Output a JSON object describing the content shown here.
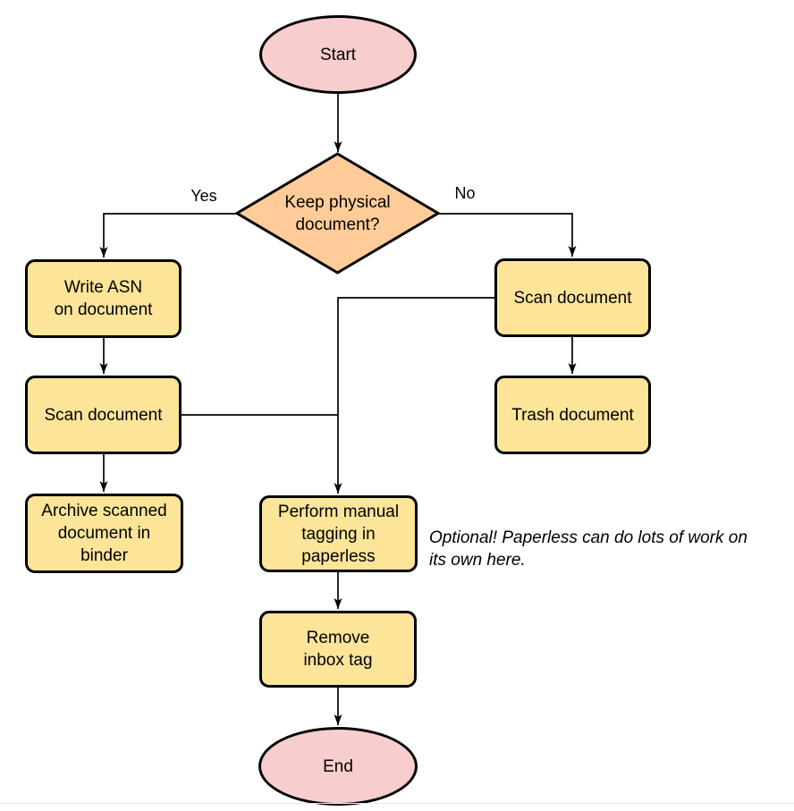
{
  "flowchart": {
    "nodes": {
      "start": {
        "label": "Start",
        "shape": "terminator",
        "fill": "#F8CDCD"
      },
      "decision": {
        "label": "Keep physical\ndocument?",
        "shape": "decision",
        "fill": "#FFCC99"
      },
      "write_asn": {
        "label": "Write ASN\non document",
        "shape": "process",
        "fill": "#FCE499"
      },
      "scan_left": {
        "label": "Scan document",
        "shape": "process",
        "fill": "#FCE499"
      },
      "archive": {
        "label": "Archive scanned\ndocument in\nbinder",
        "shape": "process",
        "fill": "#FCE499"
      },
      "scan_right": {
        "label": "Scan document",
        "shape": "process",
        "fill": "#FCE499"
      },
      "trash": {
        "label": "Trash document",
        "shape": "process",
        "fill": "#FCE499"
      },
      "tagging": {
        "label": "Perform manual\ntagging in\npaperless",
        "shape": "process",
        "fill": "#FCE499"
      },
      "remove_inbox": {
        "label": "Remove\ninbox tag",
        "shape": "process",
        "fill": "#FCE499"
      },
      "end": {
        "label": "End",
        "shape": "terminator",
        "fill": "#F8CDCD"
      }
    },
    "edge_labels": {
      "yes": "Yes",
      "no": "No"
    },
    "note": {
      "text": "Optional! Paperless can do lots of work on\nits own here."
    },
    "colors": {
      "stroke": "#000000",
      "terminator_fill": "#F8CDCD",
      "decision_fill": "#FFCC99",
      "process_fill": "#FCE499",
      "background": "#FFFFFF"
    }
  }
}
